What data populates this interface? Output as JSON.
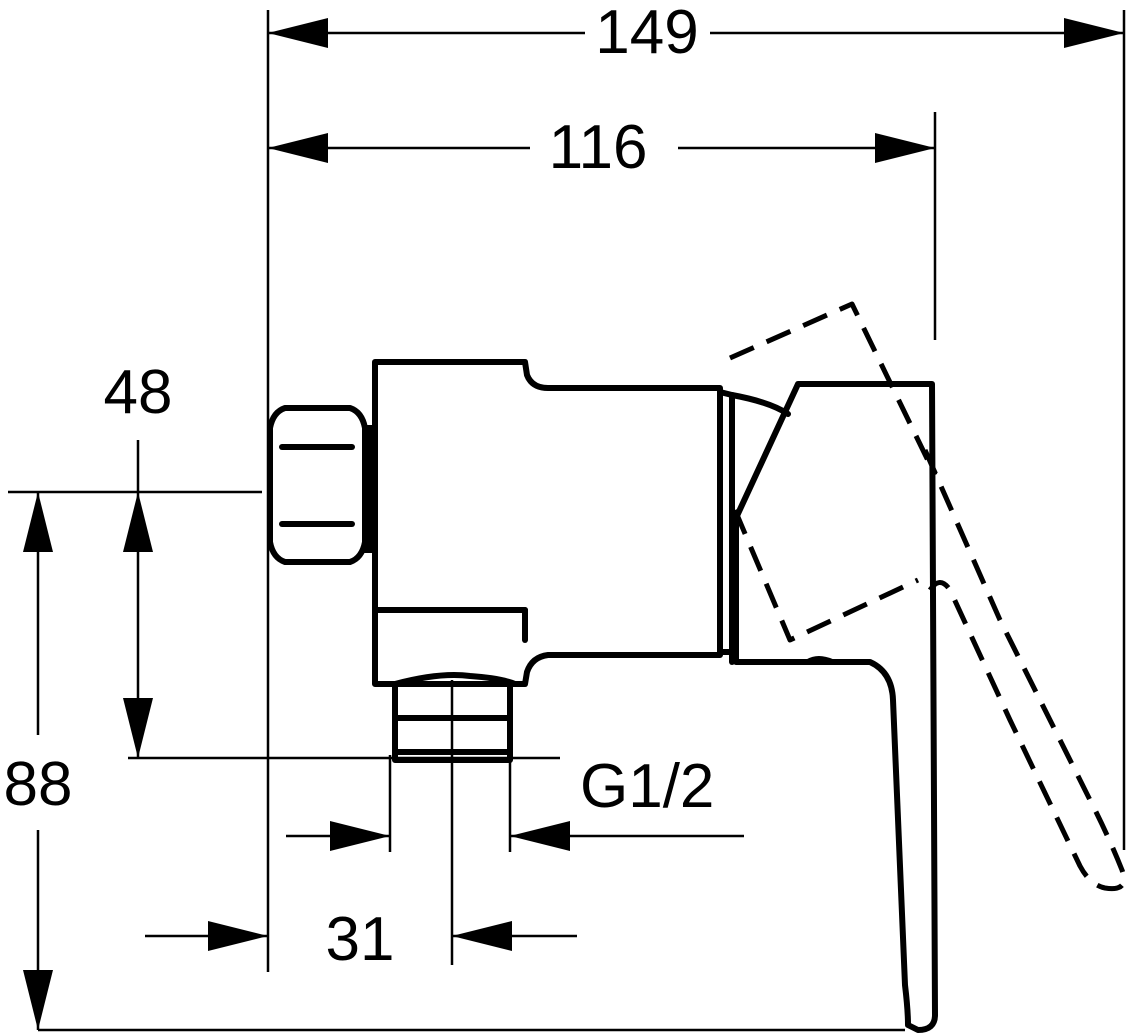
{
  "dimensions": {
    "overall_width": "149",
    "body_width": "116",
    "outlet_offset": "48",
    "overall_height": "88",
    "thread": "G1/2",
    "inlet_offset": "31"
  }
}
